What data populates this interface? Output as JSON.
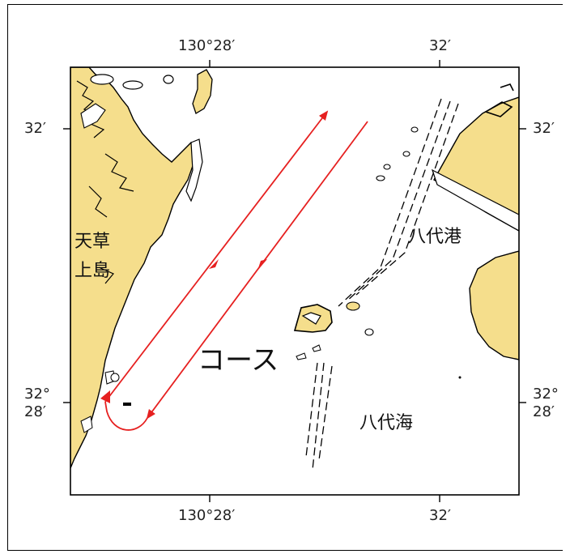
{
  "colors": {
    "land": "#f5de8c",
    "route": "#e62020",
    "outline": "#000000"
  },
  "axes": {
    "top_lon_1": "130°28′",
    "top_lon_2": "32′",
    "bottom_lon_1": "130°28′",
    "bottom_lon_2": "32′",
    "left_lat_1": "32′",
    "left_lat_2_line1": "32°",
    "left_lat_2_line2": "28′",
    "right_lat_1": "32′",
    "right_lat_2_line1": "32°",
    "right_lat_2_line2": "28′"
  },
  "places": {
    "amakusa_line1": "天草",
    "amakusa_line2": "上島",
    "yatsushiro_port": "八代港",
    "yatsushiro_sea": "八代海",
    "course": "コース"
  }
}
